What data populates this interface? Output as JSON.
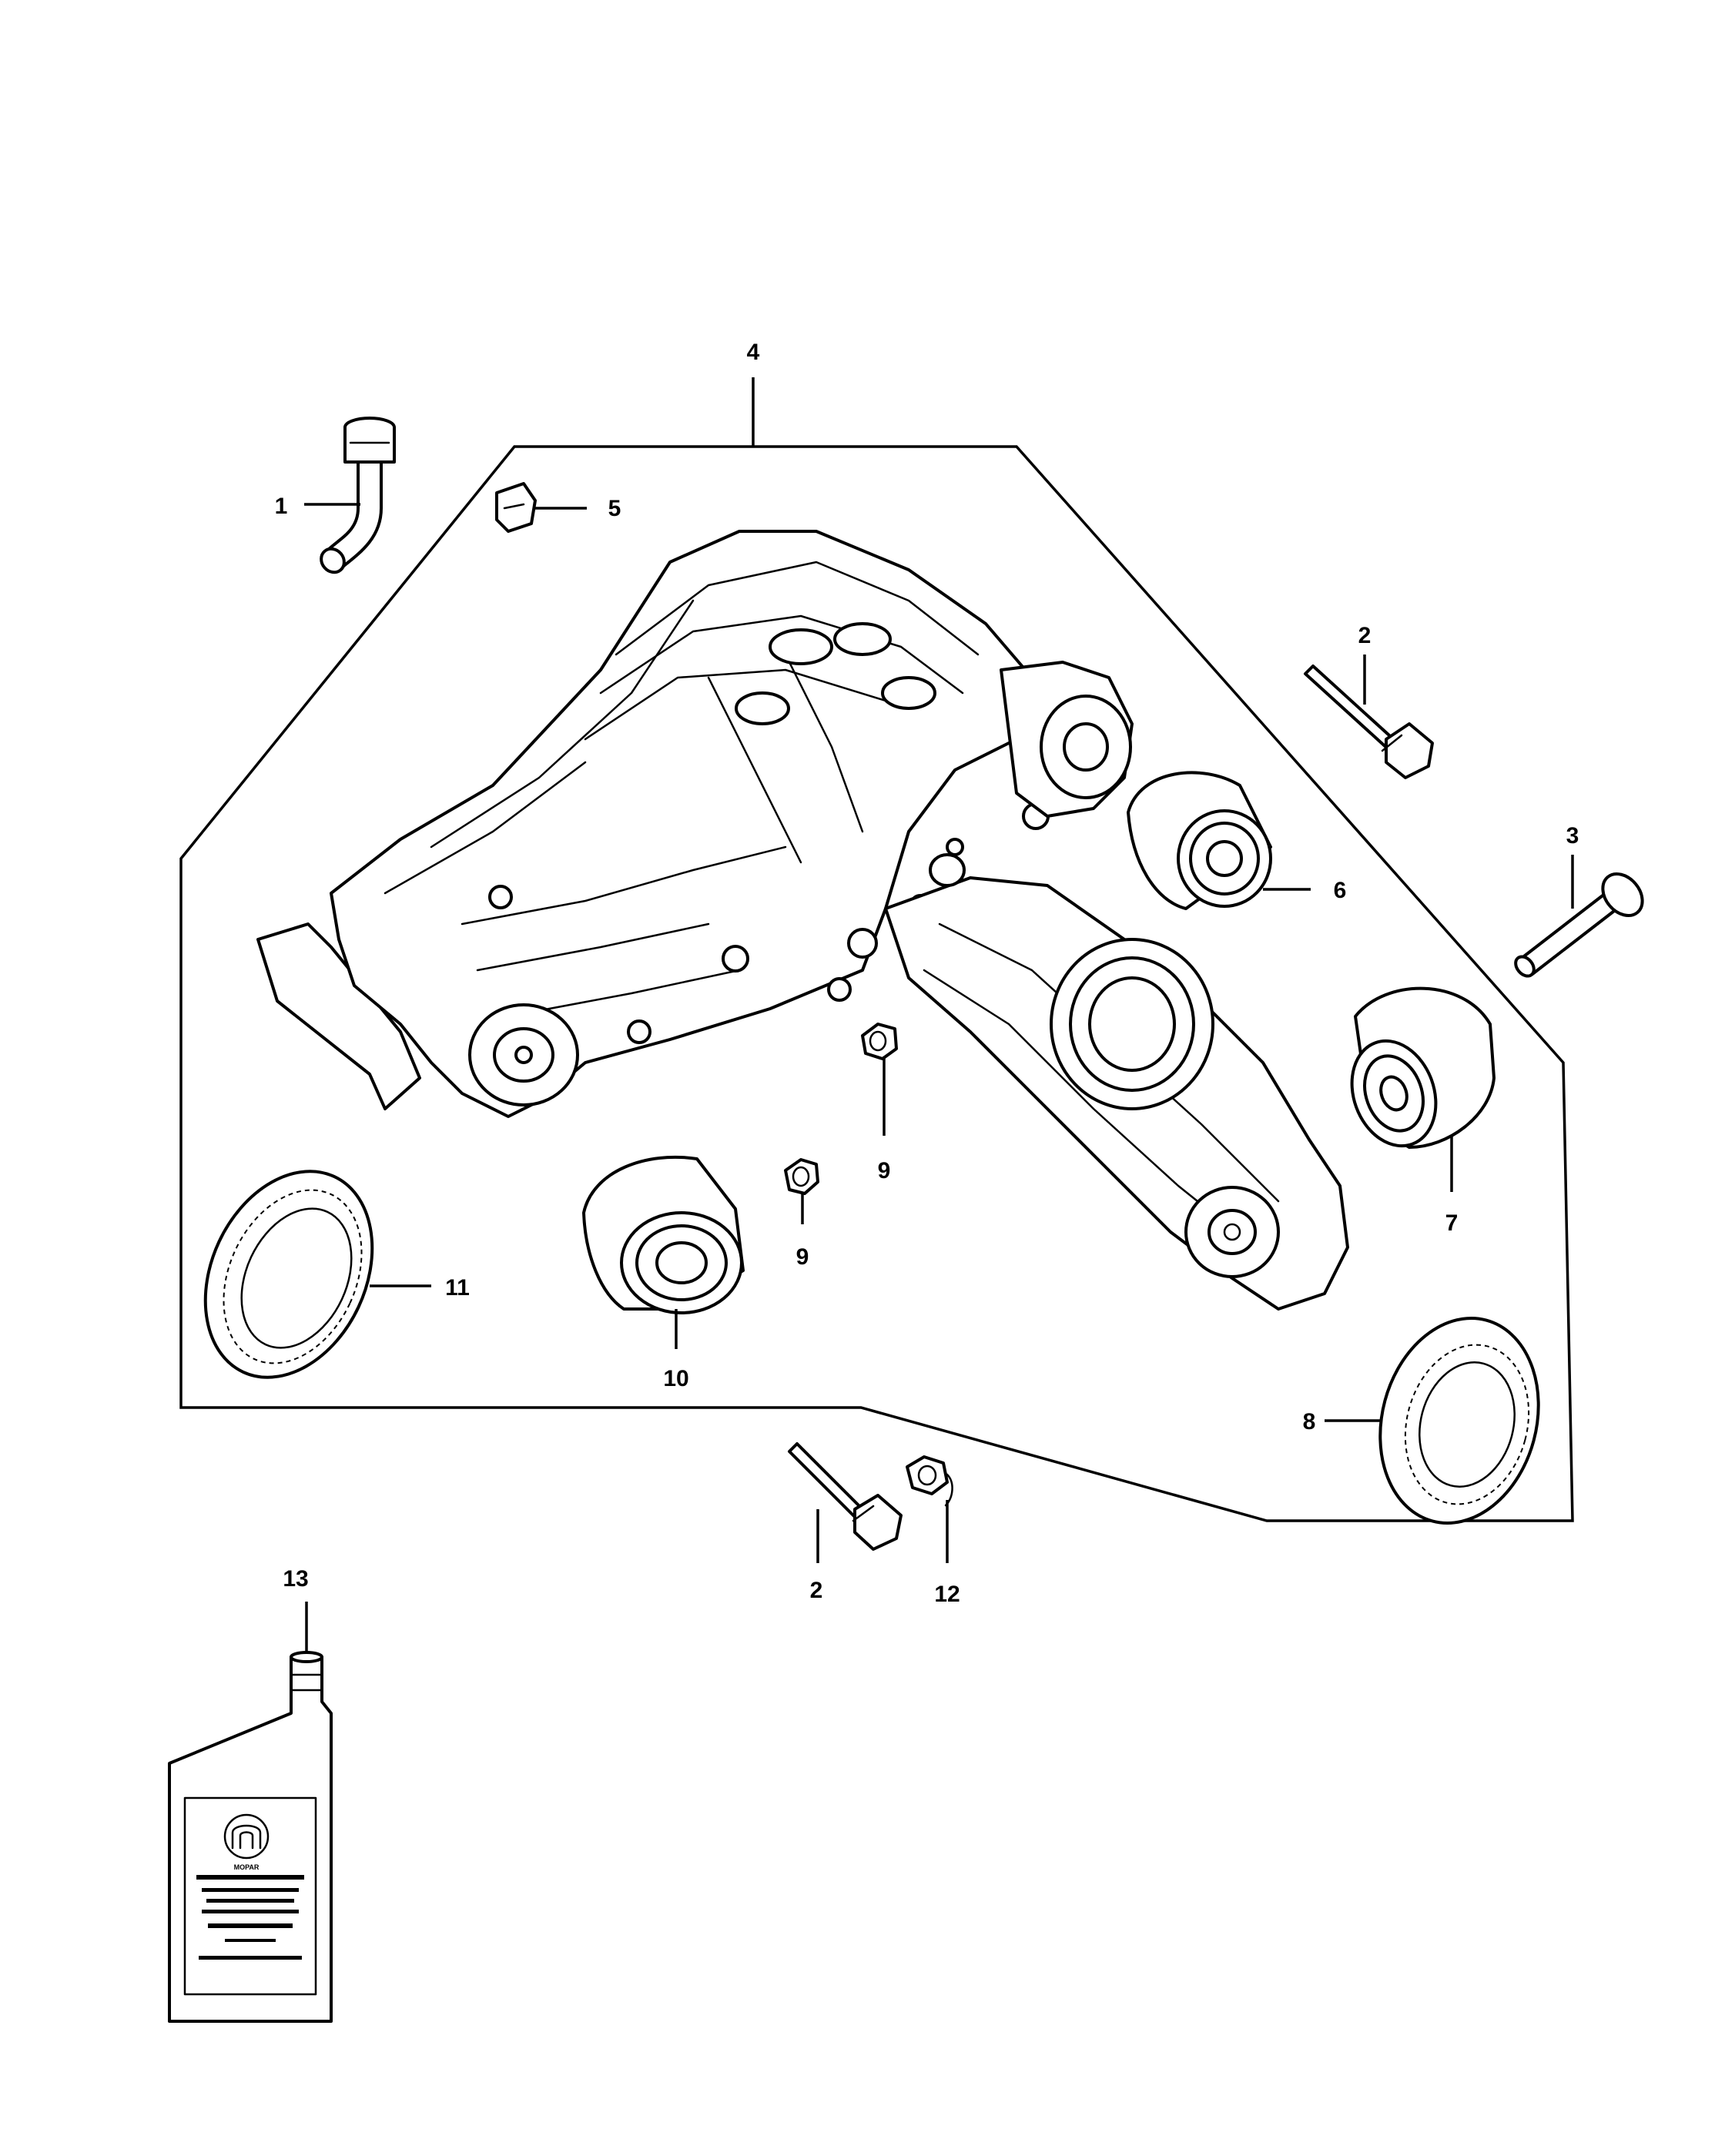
{
  "callouts": {
    "c1": "1",
    "c2a": "2",
    "c2b": "2",
    "c3": "3",
    "c4": "4",
    "c5": "5",
    "c6": "6",
    "c7": "7",
    "c8": "8",
    "c9a": "9",
    "c9b": "9",
    "c10": "10",
    "c11": "11",
    "c12": "12",
    "c13": "13"
  },
  "bottle_label": {
    "brand": "MOPAR"
  }
}
